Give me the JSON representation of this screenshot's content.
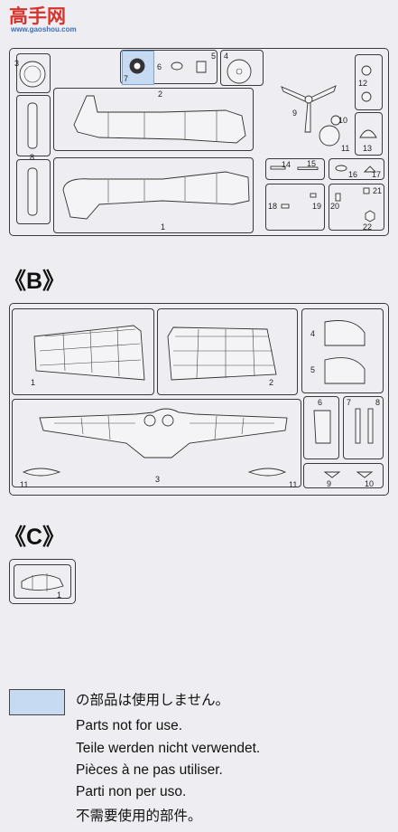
{
  "watermark": {
    "main": "高手网",
    "sub": "www.gaoshou.com"
  },
  "sprues": {
    "a": {
      "parts": [
        "1",
        "2",
        "3",
        "4",
        "5",
        "6",
        "7",
        "8",
        "9",
        "10",
        "11",
        "12",
        "13",
        "14",
        "15",
        "16",
        "17",
        "18",
        "19",
        "20",
        "21",
        "22"
      ]
    },
    "b": {
      "label": "《B》",
      "parts": [
        "1",
        "2",
        "3",
        "4",
        "5",
        "6",
        "7",
        "8",
        "9",
        "10",
        "11",
        "11"
      ]
    },
    "c": {
      "label": "《C》",
      "parts": [
        "1"
      ]
    }
  },
  "legend": {
    "swatch_color": "#c6dbf2",
    "lines": [
      "の部品は使用しません。",
      "Parts not for use.",
      "Teile werden nicht verwendet.",
      "Pièces à ne pas utiliser.",
      "Parti non per uso.",
      "不需要使用的部件。"
    ]
  },
  "colors": {
    "background": "#eeeef2",
    "highlight": "#c6dbf2",
    "line": "#333333"
  }
}
